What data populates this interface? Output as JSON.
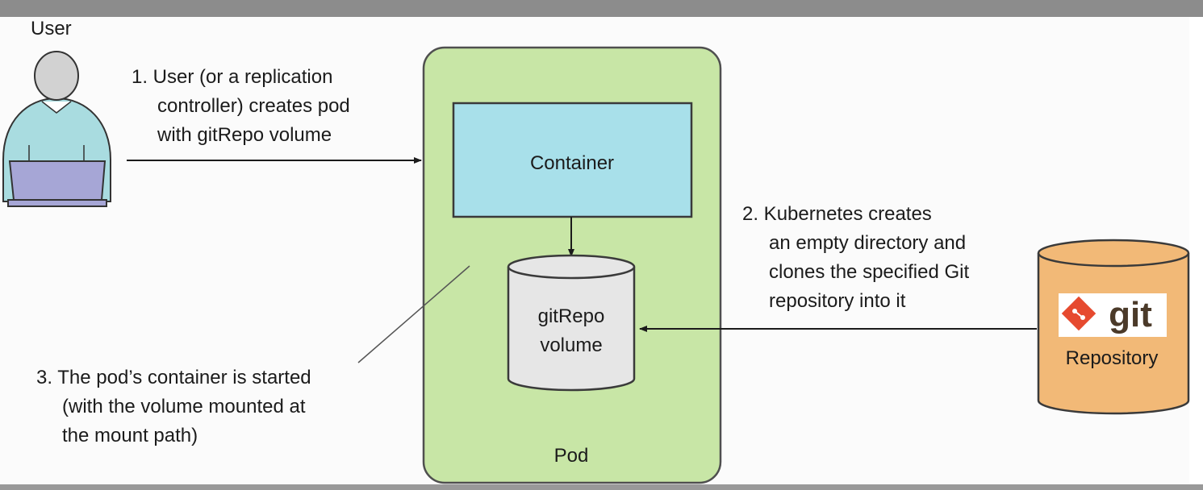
{
  "user": {
    "label": "User"
  },
  "steps": {
    "step1": [
      "1. User (or a replication",
      "controller) creates pod",
      "with gitRepo volume"
    ],
    "step2": [
      "2. Kubernetes creates",
      "an empty directory and",
      "clones the specified Git",
      "repository into it"
    ],
    "step3": [
      "3. The pod’s container is started",
      "(with the volume mounted at",
      "the mount path)"
    ]
  },
  "pod": {
    "label": "Pod"
  },
  "container": {
    "label": "Container"
  },
  "volume": {
    "lines": [
      "gitRepo",
      "volume"
    ]
  },
  "repository": {
    "logo_text": "git",
    "label": "Repository"
  },
  "colors": {
    "top_bar": "#8c8c8c",
    "bottom_bar": "#999999",
    "canvas": "#fbfbfb",
    "pod_fill": "#c8e6a6",
    "pod_stroke": "#4f4f4f",
    "container_fill": "#a8e0ea",
    "volume_fill": "#e6e6e6",
    "repo_fill": "#f2b977",
    "user_body": "#a9dce0",
    "user_head": "#d2d2d2",
    "laptop": "#a6a6d6",
    "git_red": "#e64a2f",
    "git_text": "#4b3a29"
  }
}
